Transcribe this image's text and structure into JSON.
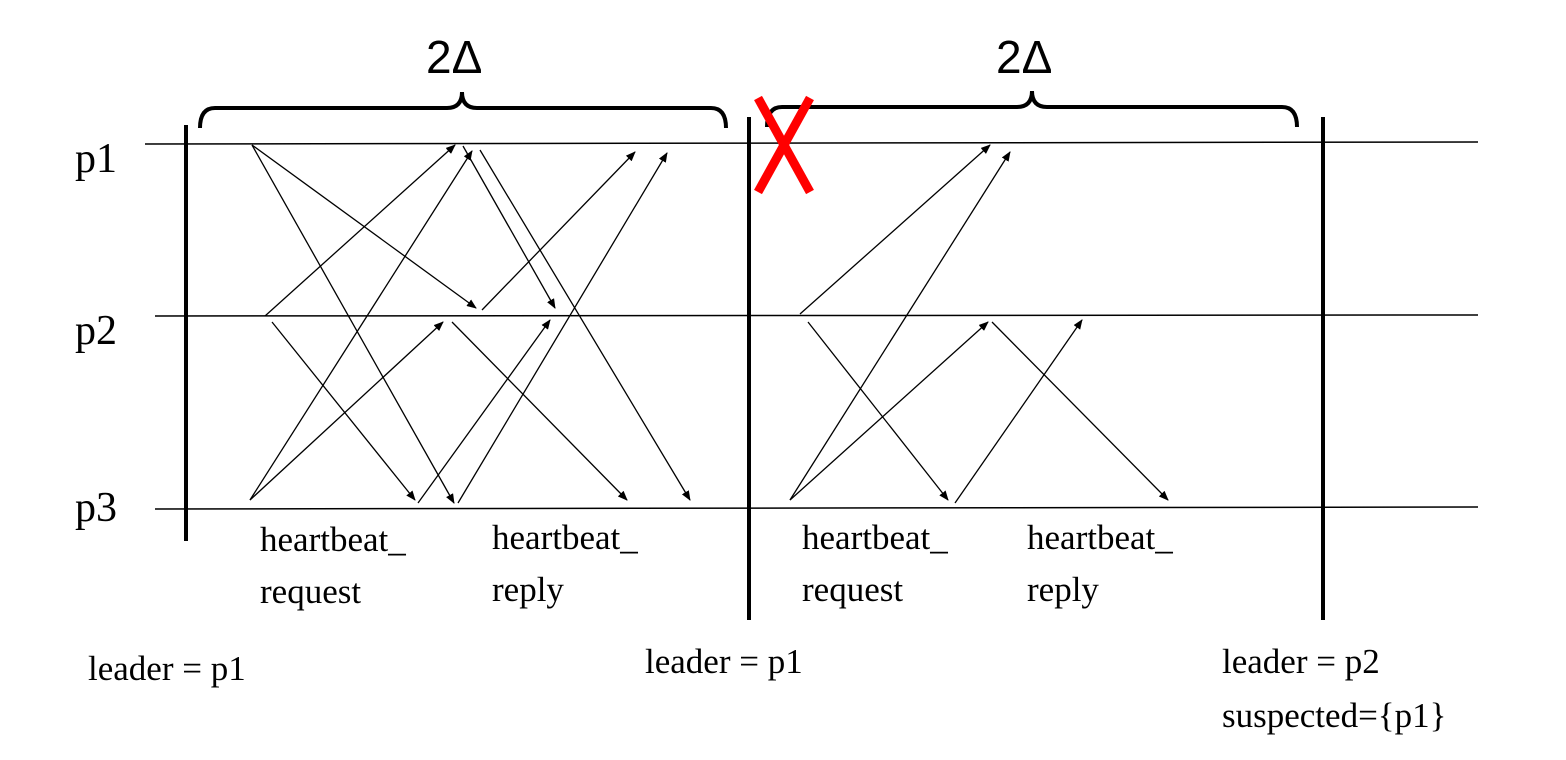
{
  "processes": [
    "p1",
    "p2",
    "p3"
  ],
  "intervals": [
    {
      "duration_label": "2Δ",
      "request_label": [
        "heartbeat_",
        "request"
      ],
      "reply_label": [
        "heartbeat_",
        "reply"
      ]
    },
    {
      "duration_label": "2Δ",
      "request_label": [
        "heartbeat_",
        "request"
      ],
      "reply_label": [
        "heartbeat_",
        "reply"
      ]
    }
  ],
  "states": [
    {
      "lines": [
        "leader = p1"
      ]
    },
    {
      "lines": [
        "leader = p1"
      ]
    },
    {
      "lines": [
        "leader = p2",
        "suspected={p1}"
      ]
    }
  ],
  "colors": {
    "line": "#000000",
    "crash_mark": "#ff0000"
  }
}
